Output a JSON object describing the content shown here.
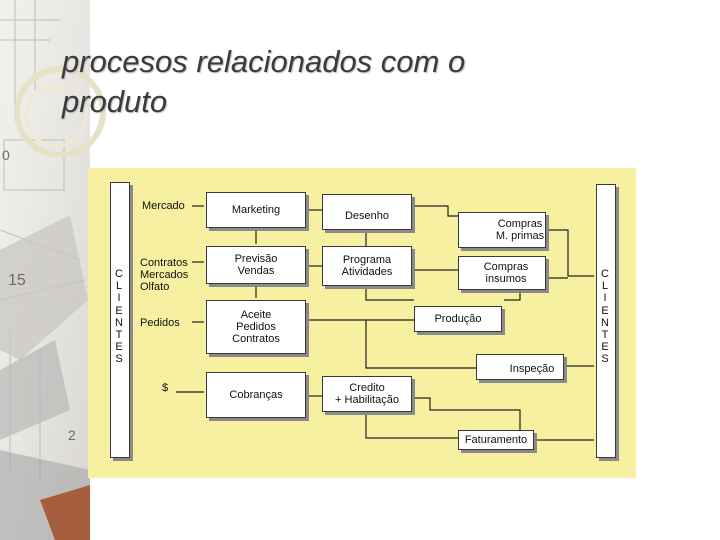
{
  "title": "procesos relacionados com o\nproduto",
  "left_column": "CLIENTES",
  "right_column": "CLIENTES",
  "left_labels": {
    "mercado": "Mercado",
    "contratos": "Contratos\nMercados\nOlfato",
    "pedidos": "Pedidos",
    "dollar": "$"
  },
  "boxes": {
    "marketing": "Marketing",
    "desenho": "Desenho",
    "compras_mprimas": "Compras\nM. primas",
    "previsao": "Previsão\nVendas",
    "programa": "Programa\nAtividades",
    "compras_insumos": "Compras\ninsumos",
    "aceite": "Aceite\nPedidos\nContratos",
    "producao": "Produção",
    "inspecao": "Inspeção",
    "cobrancas": "Cobranças",
    "credito": "Credito\n+ Habilitação",
    "faturamento": "Faturamento"
  },
  "colors": {
    "panel": "#f7f0a0",
    "box": "#ffffff",
    "line": "#222222"
  }
}
